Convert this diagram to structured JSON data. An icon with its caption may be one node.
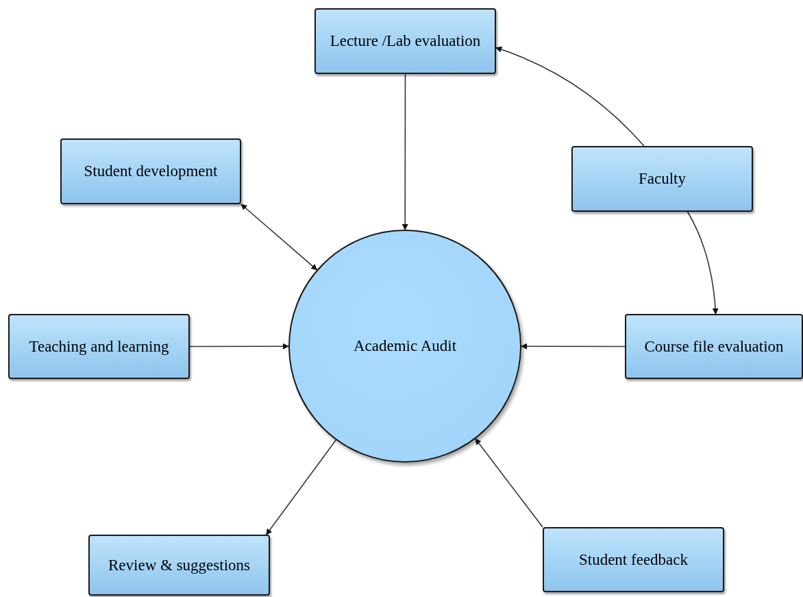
{
  "diagram": {
    "nodes": [
      {
        "text": [
          "Lecture /Lab evaluation"
        ]
      },
      {
        "text": [
          "Student development"
        ]
      },
      {
        "text": [
          "Faculty"
        ]
      },
      {
        "text": [
          "Teaching and learning"
        ]
      },
      {
        "text": [
          "Academic Audit"
        ]
      },
      {
        "text": [
          "Course file evaluation"
        ]
      },
      {
        "text": [
          "Review & suggestions"
        ]
      },
      {
        "text": [
          "Student feedback"
        ]
      }
    ],
    "edges": [
      {
        "from": 0,
        "to": 4,
        "arrow": "to"
      },
      {
        "from": 1,
        "to": 4,
        "arrow": "both"
      },
      {
        "from": 2,
        "to": 0,
        "arrow": "to"
      },
      {
        "from": 2,
        "to": 5,
        "arrow": "to"
      },
      {
        "from": 3,
        "to": 4,
        "arrow": "to"
      },
      {
        "from": 5,
        "to": 4,
        "arrow": "to"
      },
      {
        "from": 4,
        "to": 6,
        "arrow": "to"
      },
      {
        "from": 7,
        "to": 4,
        "arrow": "to"
      }
    ]
  }
}
